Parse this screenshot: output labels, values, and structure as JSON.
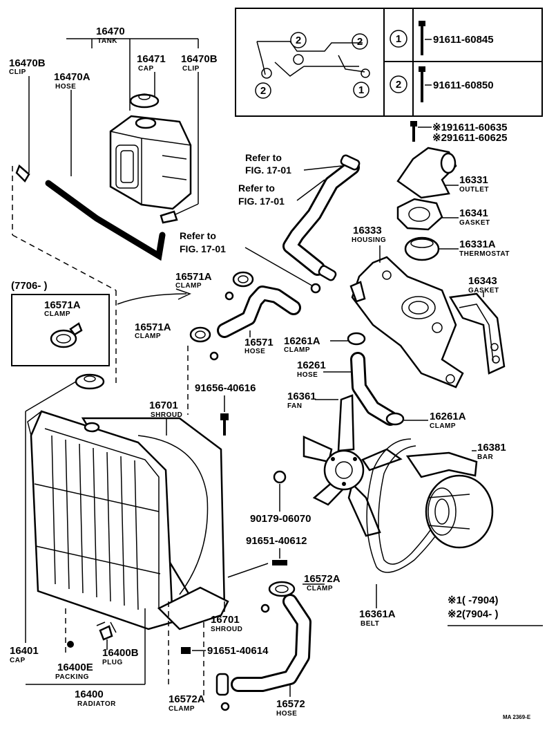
{
  "legend_box": {
    "circle_1": "1",
    "circle_2": "2",
    "bolt_1": "91611-60845",
    "bolt_2": "91611-60850"
  },
  "labels": {
    "tank_num": "16470",
    "tank_sub": "TANK",
    "clip_l_num": "16470B",
    "clip_l_sub": "CLIP",
    "hose_a_num": "16470A",
    "hose_a_sub": "HOSE",
    "cap_num": "16471",
    "cap_sub": "CAP",
    "clip_r_num": "16470B",
    "clip_r_sub": "CLIP",
    "bolt_a": "※191611-60635",
    "bolt_b": "※291611-60625",
    "outlet_num": "16331",
    "outlet_sub": "OUTLET",
    "gasket_num": "16341",
    "gasket_sub": "GASKET",
    "housing_num": "16333",
    "housing_sub": "HOUSING",
    "thermo_num": "16331A",
    "thermo_sub": "THERMOSTAT",
    "gasket2_num": "16343",
    "gasket2_sub": "GASKET",
    "ref1": "Refer to",
    "ref1b": "FIG. 17-01",
    "ref2": "Refer to",
    "ref2b": "FIG. 17-01",
    "ref3": "Refer to",
    "ref3b": "FIG. 17-01",
    "clamp1_num": "16571A",
    "clamp1_sub": "CLAMP",
    "date_range": "(7706-        )",
    "clamp_box_num": "16571A",
    "clamp_box_sub": "CLAMP",
    "clamp2_num": "16571A",
    "clamp2_sub": "CLAMP",
    "hose571_num": "16571",
    "hose571_sub": "HOSE",
    "clamp261_num": "16261A",
    "clamp261_sub": "CLAMP",
    "hose261_num": "16261",
    "hose261_sub": "HOSE",
    "fan_num": "16361",
    "fan_sub": "FAN",
    "clamp261b_num": "16261A",
    "clamp261b_sub": "CLAMP",
    "bar_num": "16381",
    "bar_sub": "BAR",
    "bolt_616": "91656-40616",
    "shroud_num": "16701",
    "shroud_sub": "SHROUD",
    "nut_070": "90179-06070",
    "bolt_612": "91651-40612",
    "clamp572_num": "16572A",
    "clamp572_sub": "CLAMP",
    "note1": "※1(      -7904)",
    "note2": "※2(7904-        )",
    "belt_num": "16361A",
    "belt_sub": "BELT",
    "shroud2_num": "16701",
    "shroud2_sub": "SHROUD",
    "cap401_num": "16401",
    "cap401_sub": "CAP",
    "packing_num": "16400E",
    "packing_sub": "PACKING",
    "plug_num": "16400B",
    "plug_sub": "PLUG",
    "bolt_614": "91651-40614",
    "radiator_num": "16400",
    "radiator_sub": "RADIATOR",
    "clamp572b_num": "16572A",
    "clamp572b_sub": "CLAMP",
    "hose572_num": "16572",
    "hose572_sub": "HOSE",
    "code": "MA 2369-E"
  }
}
